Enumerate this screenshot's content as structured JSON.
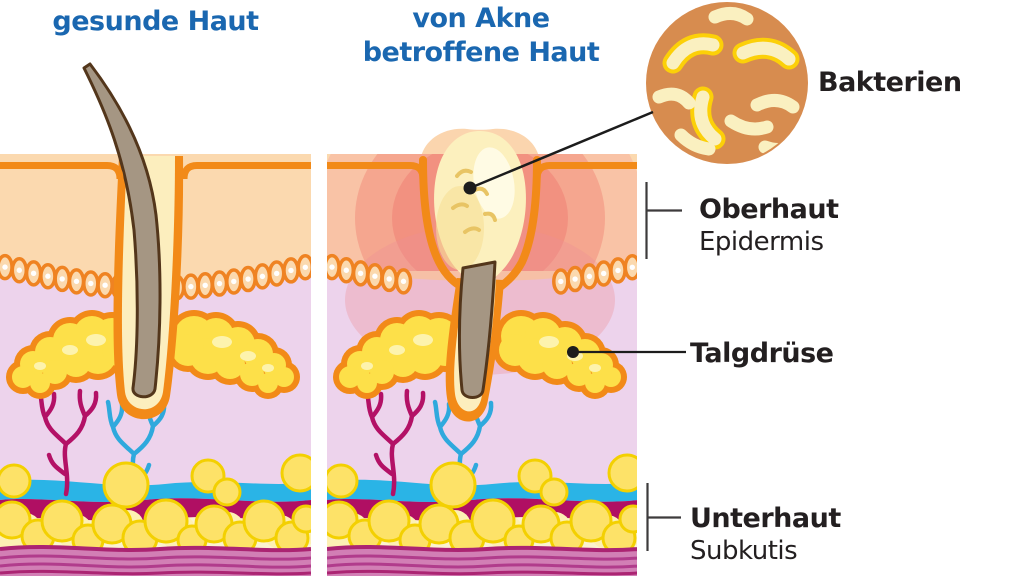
{
  "titles": {
    "left": "gesunde Haut",
    "right_line1": "von Akne",
    "right_line2": "betroffene Haut"
  },
  "callouts": {
    "bacteria": {
      "label": "Bakterien"
    },
    "epidermis": {
      "label": "Oberhaut",
      "sublabel": "Epidermis"
    },
    "sebaceous_gland": {
      "label": "Talgdrüse"
    },
    "subcutis": {
      "label": "Unterhaut",
      "sublabel": "Subkutis"
    }
  },
  "colors": {
    "title_blue": "#1a67b0",
    "label_black": "#231f20",
    "callout_line": "#3d3b3c",
    "skin_peach": "#fbd9af",
    "surface_orange": "#f28a18",
    "dermis_pink": "#edd3ec",
    "inflammation_rings": [
      "#f9c3a6",
      "#f5a68f",
      "#f29180"
    ],
    "comedo_cream": "#fcf0be",
    "hair_brown": "#a59683",
    "hair_outline": "#53361b",
    "gland_yellow": "#fde049",
    "vessel_magenta": "#b31166",
    "vessel_blue": "#2fa9dd",
    "band_cyan": "#2ab4e6",
    "band_magenta": "#b00f63",
    "fat_yellow": "#fde268",
    "fat_bg": "#fbf3cf",
    "muscle_pink": "#d27fb5",
    "muscle_stripe": "#ab2472",
    "bacteria_bg": "#d78c4f",
    "bacteria_cream": "#faf0c0",
    "bacteria_outline": "#fcd008"
  }
}
